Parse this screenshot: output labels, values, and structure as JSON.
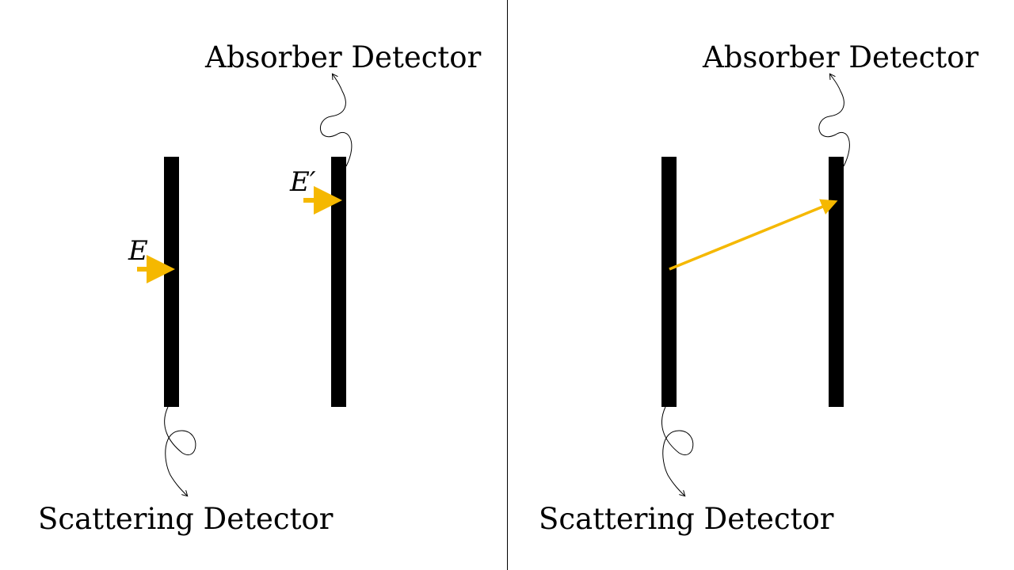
{
  "left_panel": {
    "absorber_label": "Absorber Detector",
    "scattering_label": "Scattering Detector",
    "incident_energy": "E",
    "scattered_energy": "E′"
  },
  "right_panel": {
    "absorber_label": "Absorber Detector",
    "scattering_label": "Scattering Detector"
  },
  "colors": {
    "detector": "#000000",
    "gamma_ray": "#f5b800",
    "annotation_line": "#000000"
  }
}
